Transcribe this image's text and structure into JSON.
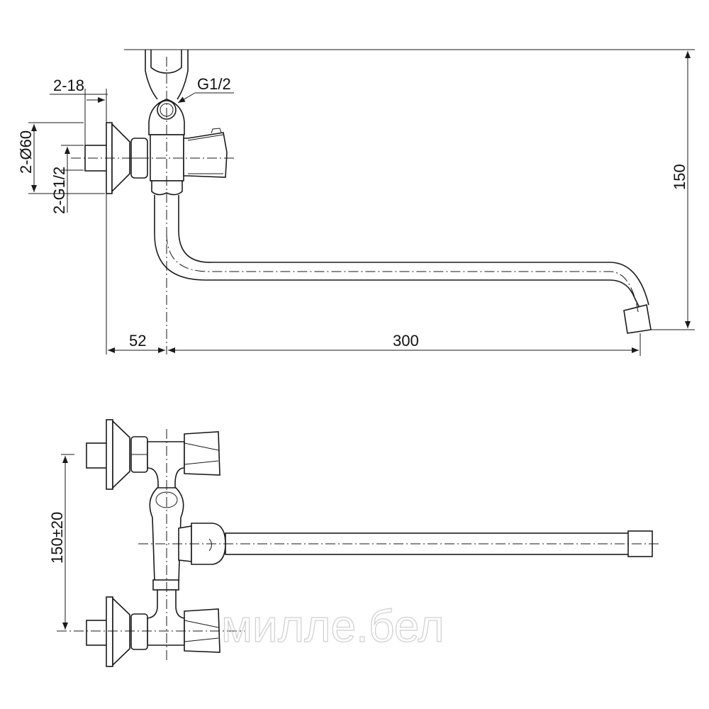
{
  "drawing": {
    "top_view": {
      "dim_wall_thread_length": "2-18",
      "dim_outlet_thread": "G1/2",
      "dim_escutcheon_diameter": "2-Ø60",
      "dim_inlet_thread": "2-G1/2",
      "dim_height": "150",
      "dim_wall_offset": "52",
      "dim_spout_length": "300"
    },
    "front_view": {
      "dim_center_distance": "150±20"
    },
    "watermark": "милле.бел",
    "line_color": "#1a1a1a"
  }
}
